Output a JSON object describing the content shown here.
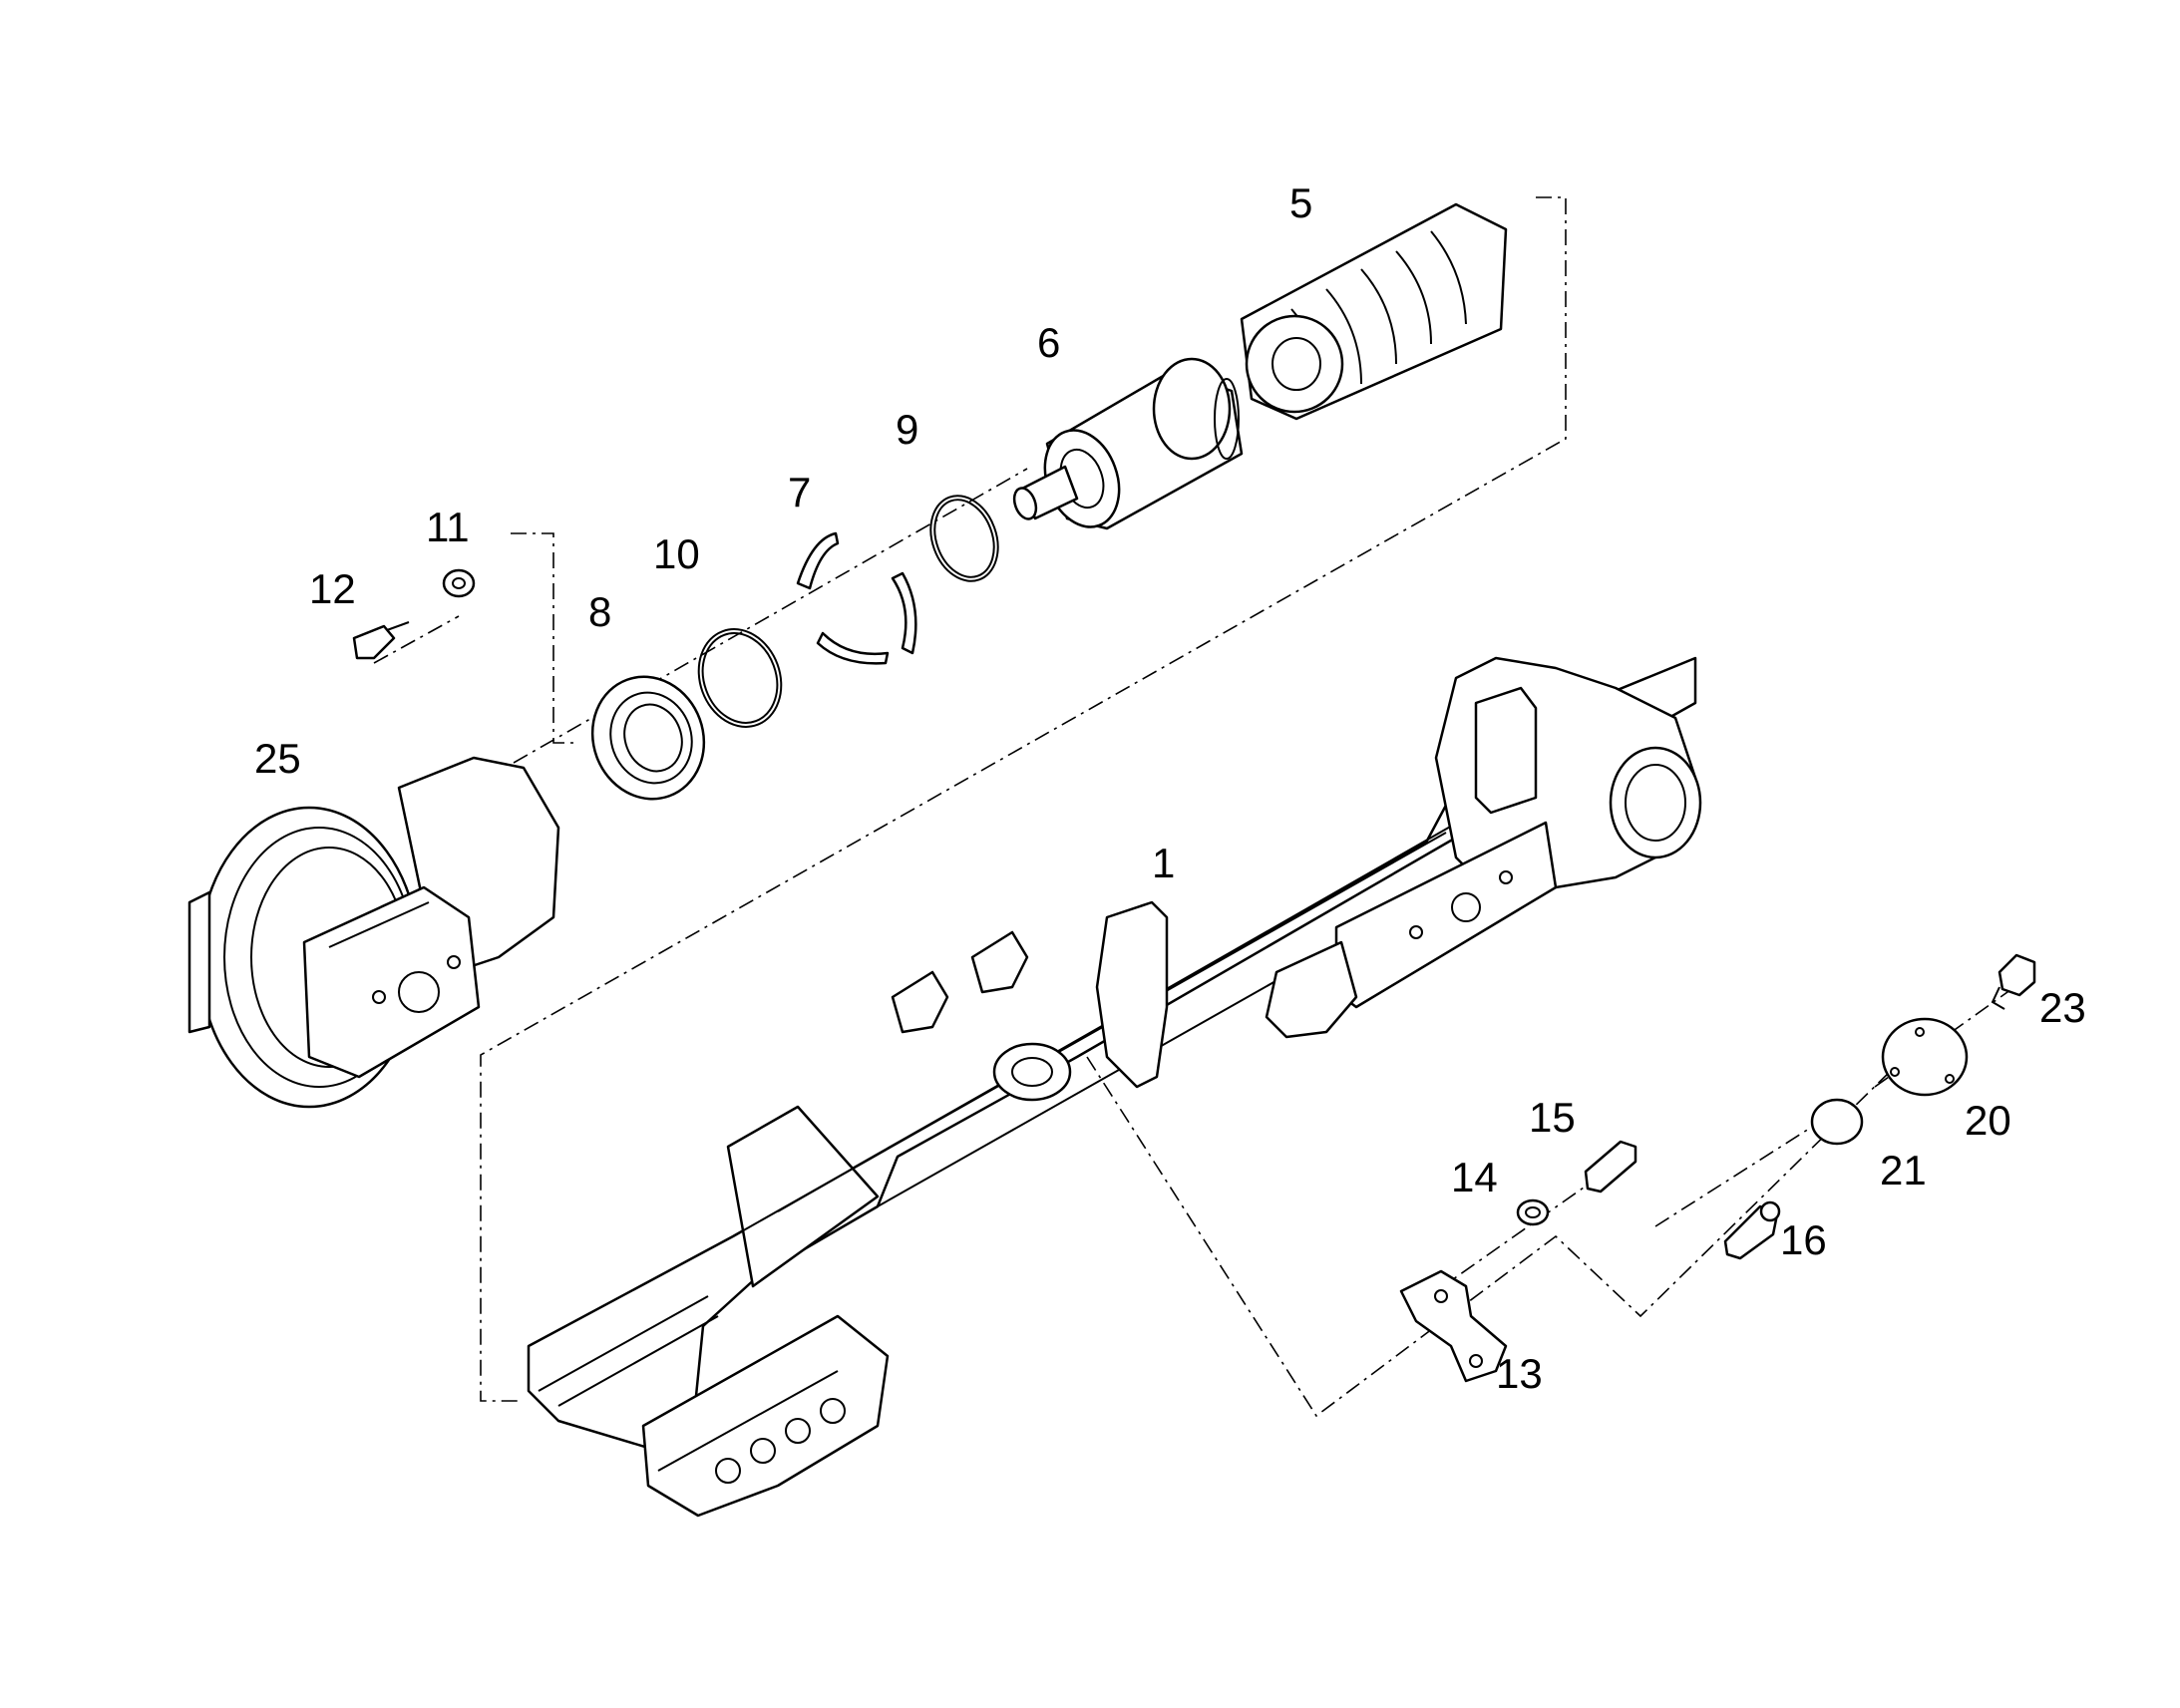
{
  "diagram": {
    "callouts": [
      {
        "id": "1",
        "label": "1"
      },
      {
        "id": "5",
        "label": "5"
      },
      {
        "id": "6",
        "label": "6"
      },
      {
        "id": "7",
        "label": "7"
      },
      {
        "id": "8",
        "label": "8"
      },
      {
        "id": "9",
        "label": "9"
      },
      {
        "id": "10",
        "label": "10"
      },
      {
        "id": "11",
        "label": "11"
      },
      {
        "id": "12",
        "label": "12"
      },
      {
        "id": "13",
        "label": "13"
      },
      {
        "id": "14",
        "label": "14"
      },
      {
        "id": "15",
        "label": "15"
      },
      {
        "id": "16",
        "label": "16"
      },
      {
        "id": "20",
        "label": "20"
      },
      {
        "id": "21",
        "label": "21"
      },
      {
        "id": "23",
        "label": "23"
      },
      {
        "id": "25",
        "label": "25"
      }
    ]
  }
}
